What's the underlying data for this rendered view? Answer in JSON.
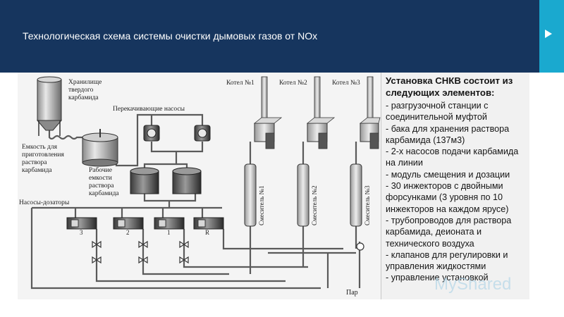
{
  "slide": {
    "title": "Технологическая схема системы очистки дымовых газов от NOx",
    "colors": {
      "header_bg": "#16355e",
      "accent": "#1aa9cf",
      "diagram_bg": "#f4f4f4",
      "panel_bg": "#f1f1f1"
    }
  },
  "diagram": {
    "labels": {
      "storage_l1": "Хранилище",
      "storage_l2": "твердого",
      "storage_l3": "карбамида",
      "pumps_transfer": "Перекачивающие насосы",
      "prep_l1": "Емкость для",
      "prep_l2": "приготовления",
      "prep_l3": "раствора",
      "prep_l4": "карбамида",
      "work_l1": "Рабочие",
      "work_l2": "емкости",
      "work_l3": "раствора",
      "work_l4": "карбамида",
      "dosing_pumps": "Насосы-дозаторы",
      "pump_3": "3",
      "pump_2": "2",
      "pump_1": "1",
      "pump_r": "R",
      "boiler_1": "Котел №1",
      "boiler_2": "Котел №2",
      "boiler_3": "Котел №3",
      "mixer_1": "Смеситель №1",
      "mixer_2": "Смеситель №2",
      "mixer_3": "Смеситель №3",
      "steam": "Пар"
    }
  },
  "panel": {
    "heading": "Установка СНКВ состоит из следующих элементов:",
    "items": [
      "- разгрузочной станции с соединительной муфтой",
      "- бака для хранения раствора карбамида (137м3)",
      "- 2-х насосов подачи карбамида на линии",
      "- модуль смещения и дозации",
      "- 30 инжекторов с двойными форсунками (3 уровня по 10 инжекторов на каждом ярусе)",
      "- трубопроводов для раствора карбамида, деионата и технического воздуха",
      "- клапанов для регулировки и управления жидкостями",
      "- управление установкой"
    ]
  },
  "watermark": "MyShared"
}
